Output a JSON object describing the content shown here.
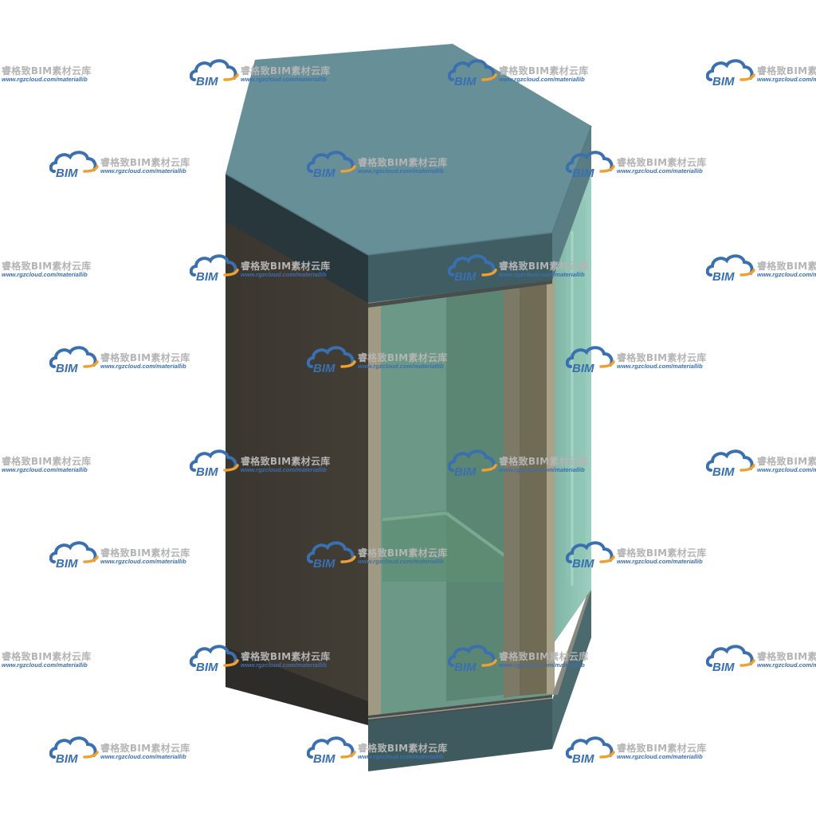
{
  "watermark": {
    "logo_text": "BIM",
    "brand": "睿格致BIM素材云库",
    "url": "www.rgzcloud.com/materiallib",
    "logo_color": "#3a6fb0",
    "accent_color": "#f0a030"
  },
  "model": {
    "shape": "hexagonal glass cabin",
    "colors": {
      "roof_top": "#668f98",
      "roof_side": "#3c5a60",
      "left_wall": "#3c3730",
      "left_band": "#26363a",
      "glass": "#6a9686",
      "frame": "#9c9680",
      "base": "#3e5a5e"
    }
  }
}
